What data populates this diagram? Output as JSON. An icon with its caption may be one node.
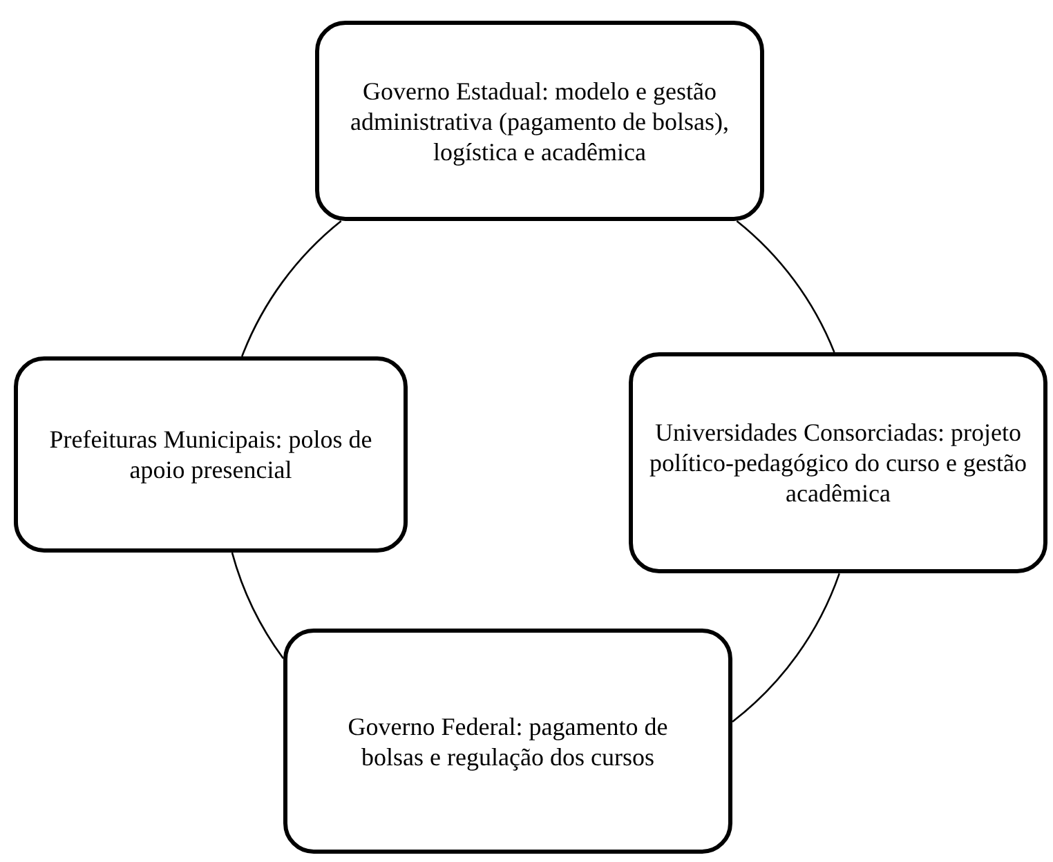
{
  "diagram": {
    "nodes": [
      {
        "text": [
          "Governo Estadual: modelo e gestão administrativa (pagamento de bolsas), logística e acadêmica"
        ]
      },
      {
        "text": [
          "Prefeituras Municipais: polos de apoio presencial"
        ]
      },
      {
        "text": [
          "Universidades Consorciadas: projeto político-pedagógico do curso e gestão acadêmica"
        ]
      },
      {
        "text": [
          "Governo Federal: pagamento de bolsas e regulação dos cursos"
        ]
      }
    ],
    "edges": [
      {
        "from": 0,
        "to": 2,
        "arrow": "none"
      },
      {
        "from": 2,
        "to": 3,
        "arrow": "none"
      },
      {
        "from": 3,
        "to": 1,
        "arrow": "none"
      },
      {
        "from": 1,
        "to": 0,
        "arrow": "none"
      }
    ]
  }
}
